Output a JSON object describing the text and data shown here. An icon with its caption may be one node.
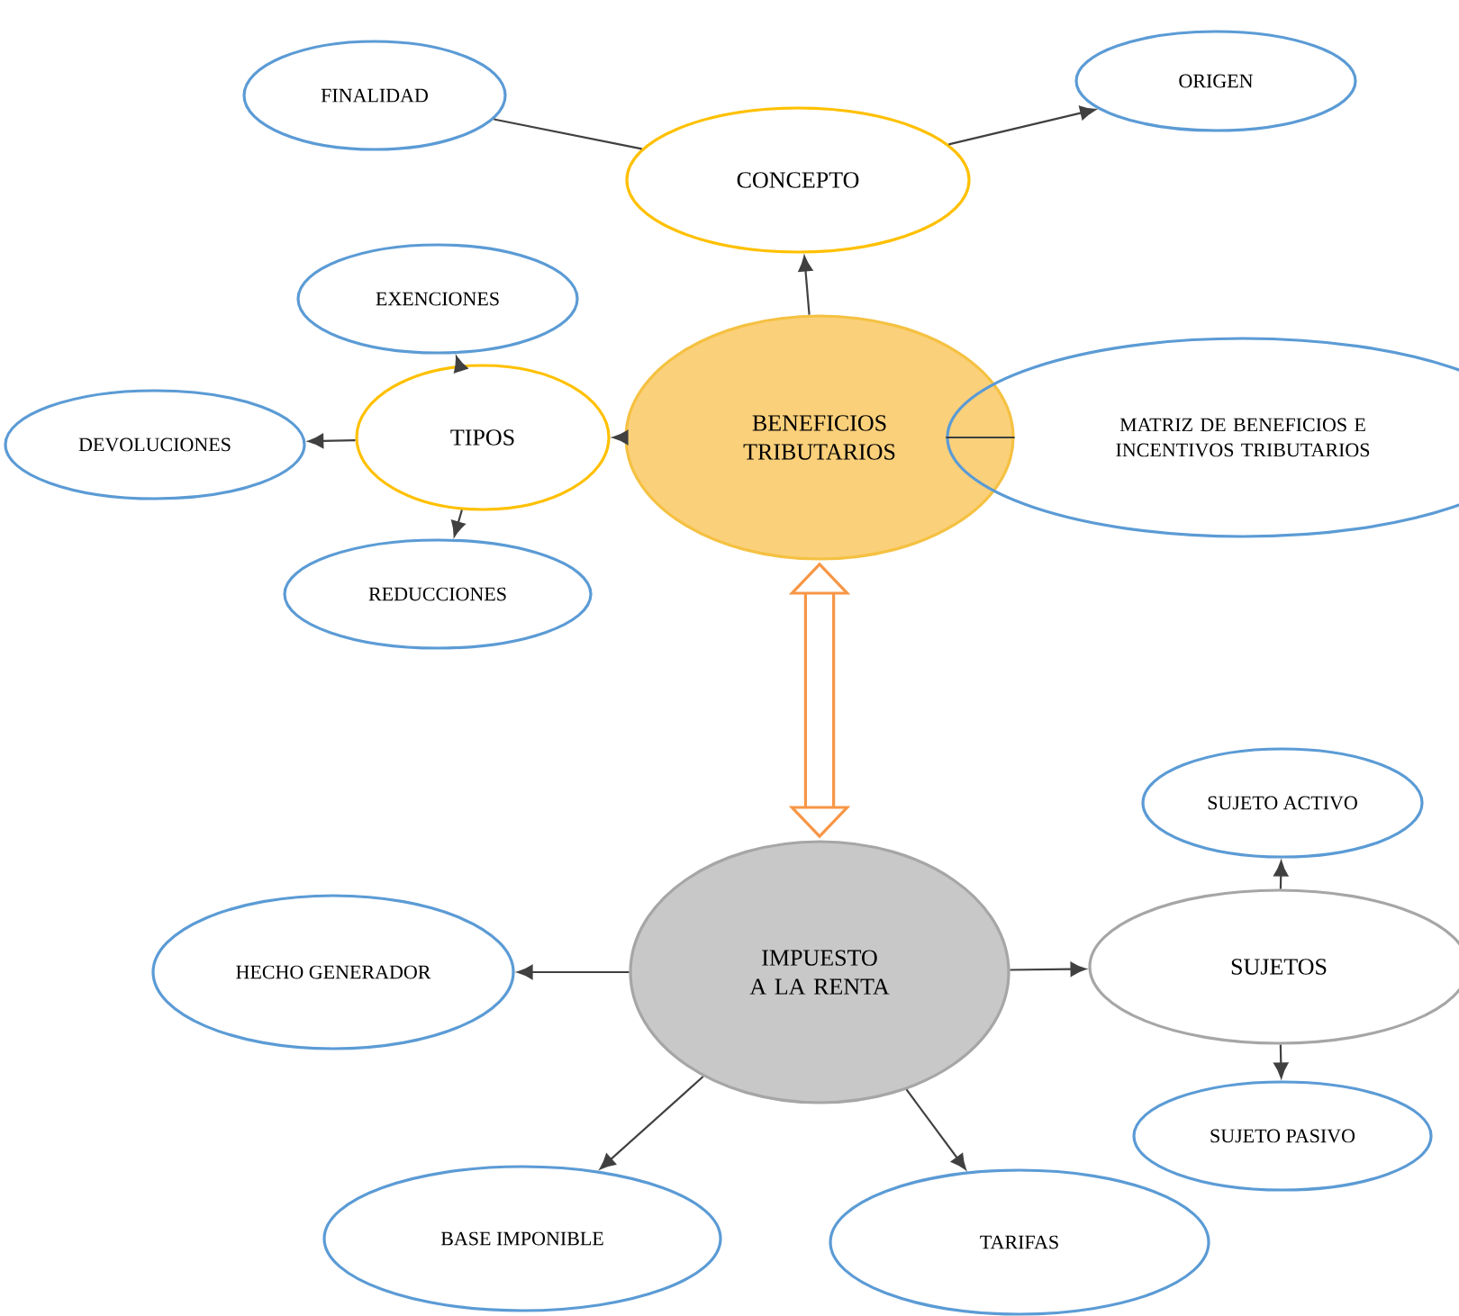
{
  "diagram": {
    "nodes": [
      {
        "text": [
          "FINALIDAD"
        ]
      },
      {
        "text": [
          "ORIGEN"
        ]
      },
      {
        "text": [
          "CONCEPTO"
        ]
      },
      {
        "text": [
          "EXENCIONES"
        ]
      },
      {
        "text": [
          "TIPOS"
        ]
      },
      {
        "text": [
          "DEVOLUCIONES"
        ]
      },
      {
        "text": [
          "BENEFICIOS TRIBUTARIOS"
        ]
      },
      {
        "text": [
          "MATRIZ DE BENEFICIOS E INCENTIVOS TRIBUTARIOS"
        ]
      },
      {
        "text": [
          "REDUCCIONES"
        ]
      },
      {
        "text": [
          "IMPUESTO A LA RENTA"
        ]
      },
      {
        "text": [
          "HECHO GENERADOR"
        ]
      },
      {
        "text": [
          "SUJETOS"
        ]
      },
      {
        "text": [
          "SUJETO ACTIVO"
        ]
      },
      {
        "text": [
          "SUJETO PASIVO"
        ]
      },
      {
        "text": [
          "BASE IMPONIBLE"
        ]
      },
      {
        "text": [
          "TARIFAS"
        ]
      }
    ],
    "edges": [
      {
        "from": 2,
        "to": 0,
        "arrow": "none"
      },
      {
        "from": 2,
        "to": 1,
        "arrow": "to"
      },
      {
        "from": 6,
        "to": 2,
        "arrow": "to"
      },
      {
        "from": 6,
        "to": 4,
        "arrow": "to"
      },
      {
        "from": 4,
        "to": 3,
        "arrow": "to"
      },
      {
        "from": 4,
        "to": 5,
        "arrow": "to"
      },
      {
        "from": 4,
        "to": 8,
        "arrow": "to"
      },
      {
        "from": 6,
        "to": 7,
        "arrow": "none"
      },
      {
        "from": 6,
        "to": 9,
        "arrow": "both",
        "style": "thick",
        "color": "#f79646"
      },
      {
        "from": 9,
        "to": 10,
        "arrow": "to"
      },
      {
        "from": 9,
        "to": 11,
        "arrow": "to"
      },
      {
        "from": 11,
        "to": 12,
        "arrow": "to"
      },
      {
        "from": 11,
        "to": 13,
        "arrow": "to"
      },
      {
        "from": 9,
        "to": 14,
        "arrow": "to"
      },
      {
        "from": 9,
        "to": 15,
        "arrow": "to"
      }
    ]
  }
}
